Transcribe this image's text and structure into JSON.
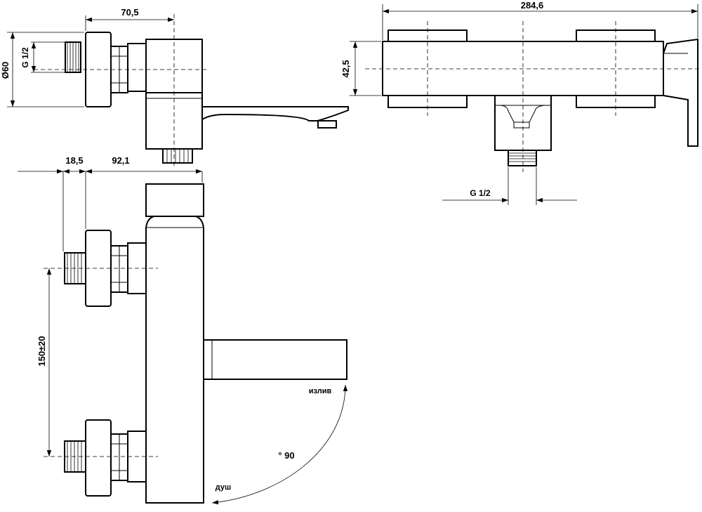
{
  "dimensions": {
    "top_depth": "70,5",
    "overall_width": "284,6",
    "escutcheon_diameter": "Ø60",
    "thread_left": "G 1/2",
    "thread_right": "G 1/2",
    "body_height": "42,5",
    "offset_inlet": "18,5",
    "offset_spout": "92,1",
    "center_distance": "150±20",
    "rotation_angle": "° 90"
  },
  "labels": {
    "spout": "излив",
    "shower": "душ"
  }
}
